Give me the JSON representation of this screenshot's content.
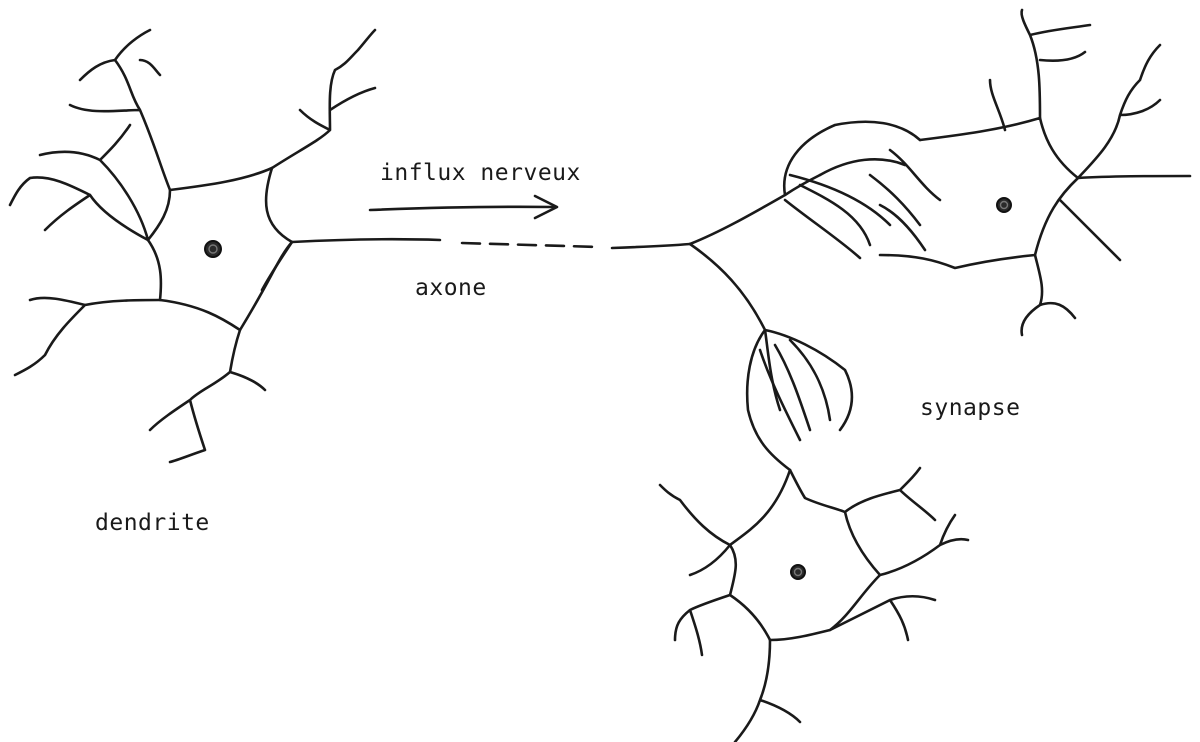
{
  "labels": {
    "influx": "influx nerveux",
    "axone": "axone",
    "synapse": "synapse",
    "dendrite": "dendrite"
  },
  "colors": {
    "ink": "#1a1a1a",
    "background": "#ffffff"
  }
}
